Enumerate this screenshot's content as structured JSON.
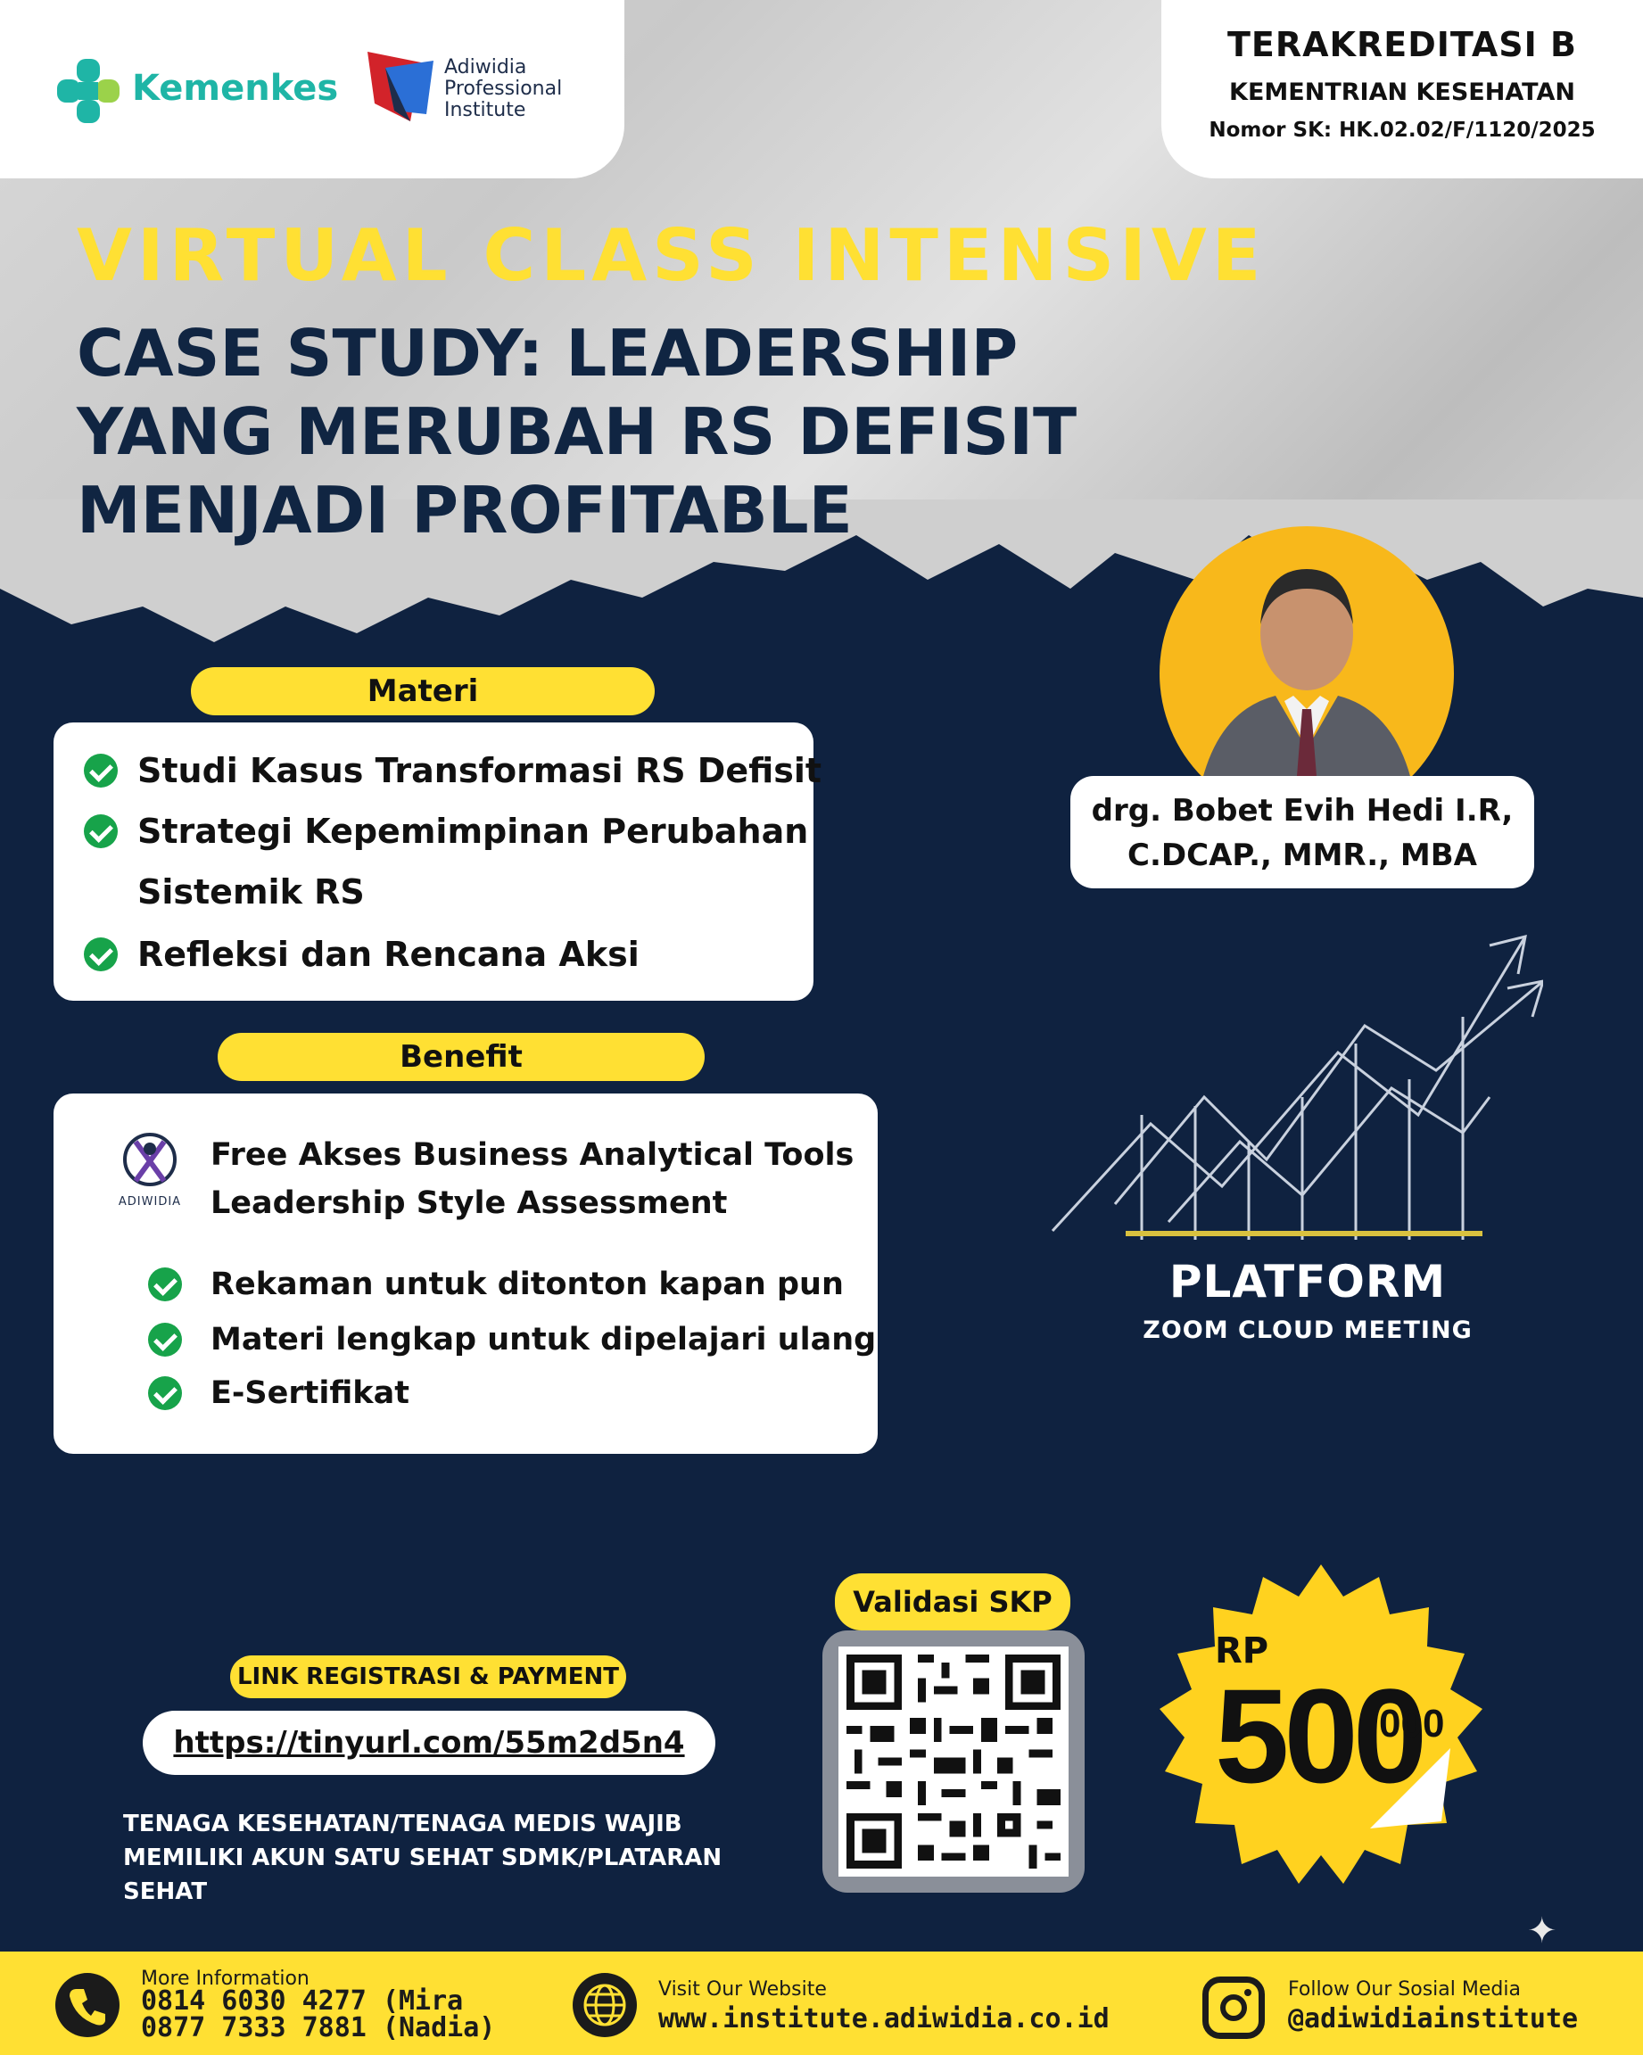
{
  "header": {
    "kemenkes_logo": "Kemenkes",
    "api_logo": [
      "Adiwidia",
      "Professional",
      "Institute"
    ],
    "accreditation": {
      "title": "TERAKREDITASI B",
      "ministry": "KEMENTRIAN KESEHATAN",
      "sk_number": "Nomor SK: HK.02.02/F/1120/2025"
    }
  },
  "hero": {
    "kicker": "VIRTUAL CLASS INTENSIVE",
    "title_lines": [
      "CASE STUDY: LEADERSHIP",
      "YANG MERUBAH RS DEFISIT",
      "MENJADI PROFITABLE"
    ]
  },
  "materi": {
    "label": "Materi",
    "items": [
      "Studi Kasus Transformasi RS Defisit",
      "Strategi Kepemimpinan Perubahan",
      "Refleksi dan Rencana Aksi"
    ],
    "item2_continued": "Sistemik RS"
  },
  "benefit": {
    "label": "Benefit",
    "logo_text": "ADIWIDIA",
    "feature_lines": [
      "Free Akses Business Analytical Tools",
      "Leadership Style Assessment"
    ],
    "items": [
      "Rekaman untuk ditonton kapan pun",
      "Materi lengkap untuk dipelajari ulang",
      "E-Sertifikat"
    ]
  },
  "speaker": {
    "name_lines": [
      "drg. Bobet Evih Hedi I.R,",
      "C.DCAP., MMR., MBA"
    ]
  },
  "platform": {
    "title": "PLATFORM",
    "subtitle": "ZOOM CLOUD MEETING"
  },
  "registration": {
    "label": "LINK REGISTRASI & PAYMENT",
    "url": "https://tinyurl.com/55m2d5n4",
    "notice_lines": [
      "TENAGA KESEHATAN/TENAGA MEDIS WAJIB",
      "MEMILIKI AKUN SATU SEHAT SDMK/PLATARAN",
      "SEHAT"
    ]
  },
  "skp": {
    "label": "Validasi SKP"
  },
  "price": {
    "currency": "RP",
    "amount": "500",
    "suffix": "000"
  },
  "footer": {
    "contact_label": "More Information",
    "contact_line1": "0814 6030 4277 (Mira",
    "contact_line2": "0877 7333 7881 (Nadia)",
    "website_label": "Visit Our Website",
    "website": "www.institute.adiwidia.co.id",
    "social_label": "Follow Our Sosial Media",
    "social": "@adiwidiainstitute"
  },
  "colors": {
    "navy": "#0f2240",
    "yellow": "#ffe033",
    "check_green": "#17a34a",
    "kemenkes_teal": "#1fb5a6",
    "speaker_orange": "#f8b81b"
  },
  "icons": [
    "kemenkes-logo-icon",
    "api-logo-icon",
    "check-icon",
    "adiwidia-logo-icon",
    "growth-arrows-icon",
    "qr-code-icon",
    "phone-icon",
    "globe-icon",
    "instagram-icon",
    "sparkle-icon"
  ]
}
